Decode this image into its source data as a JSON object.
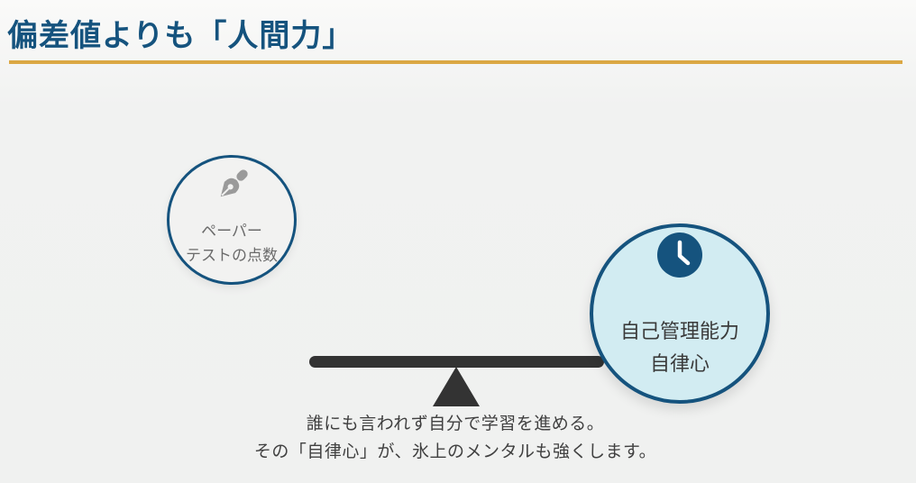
{
  "header": {
    "title": "偏差値よりも「人間力」"
  },
  "diagram": {
    "left_circle": {
      "icon": "pen-nib-icon",
      "label_line1": "ペーパー",
      "label_line2": "テストの点数"
    },
    "right_circle": {
      "icon": "clock-icon",
      "label_line1": "自己管理能力",
      "label_line2": "自律心"
    },
    "caption_line1": "誰にも言われず自分で学習を進める。",
    "caption_line2": "その「自律心」が、氷上のメンタルも強くします。"
  },
  "colors": {
    "title_blue": "#15537E",
    "divider_gold": "#DBA844",
    "circle_border_blue": "#15537E",
    "left_circle_fill": "#F2F2F1",
    "right_circle_fill": "#D2ECF2",
    "clock_fill": "#15537E",
    "pen_icon_gray": "#9A9A9A",
    "seesaw_dark": "#333333",
    "caption_text": "#404040"
  }
}
